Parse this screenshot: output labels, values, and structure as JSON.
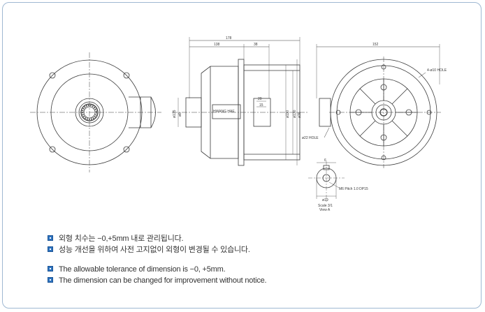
{
  "drawing": {
    "dimensions": {
      "overall_length": "178",
      "body_length": "138",
      "flange_thickness": "38",
      "rear_width": "152",
      "shaft_diameter": "ø8",
      "body_diameter": "ø135",
      "boss_diameter": "ø110",
      "flange_diameter": "ø130",
      "hub_diameter": "ø38",
      "detail_width": "ø19",
      "key_width": "6",
      "small_step": "20",
      "small_step2": "15"
    },
    "labels": {
      "brand_plate": "HWANG HAE",
      "mount_holes": "4-ø10 HOLE",
      "side_hole": "ø22 HOLE",
      "thread_spec": "M6 Pitch 1.0 DP15",
      "scale_line1": "Scale 3/1",
      "scale_line2": "View A"
    }
  },
  "notes": {
    "ko": [
      "외형 치수는 −0,+5mm 내로 관리됩니다.",
      "성능 개선을 위하여 사전 고지없이 외형이 변경될 수 있습니다."
    ],
    "en": [
      "The allowable tolerance of dimension is −0, +5mm.",
      "The dimension can be changed for improvement without notice."
    ]
  },
  "colors": {
    "border": "#9fb8d2",
    "bullet": "#2f74c0",
    "line": "#3a3a3a",
    "text": "#333333"
  }
}
